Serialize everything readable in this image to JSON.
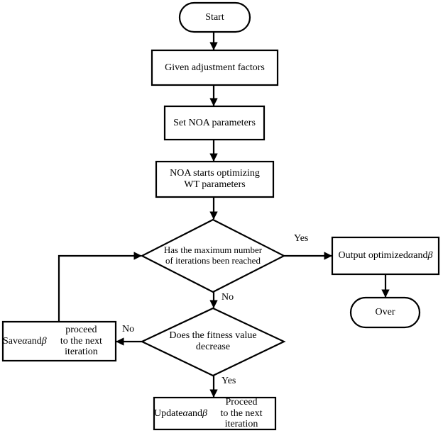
{
  "diagram": {
    "type": "flowchart",
    "title": "NOA-based WT parameter optimization flowchart",
    "background_color": "#ffffff",
    "line_color": "#000000",
    "text_color": "#000000",
    "nodes": [
      {
        "id": "start",
        "shape": "stadium",
        "label": "Start"
      },
      {
        "id": "given",
        "shape": "rectangle",
        "label": "Given adjustment factors"
      },
      {
        "id": "setnoa",
        "shape": "rectangle",
        "label": "Set NOA parameters"
      },
      {
        "id": "optimizing",
        "shape": "rectangle",
        "label": "NOA starts optimizing\nWT parameters"
      },
      {
        "id": "maxiter",
        "shape": "diamond",
        "label": "Has the maximum number\nof iterations been reached"
      },
      {
        "id": "output",
        "shape": "rectangle",
        "label": "Output optimized\nα and β"
      },
      {
        "id": "over",
        "shape": "stadium",
        "label": "Over"
      },
      {
        "id": "fitness",
        "shape": "diamond",
        "label": "Does the fitness value\ndecrease"
      },
      {
        "id": "save",
        "shape": "rectangle",
        "label": "Save α and β proceed\nto the next iteration"
      },
      {
        "id": "update",
        "shape": "rectangle",
        "label": "Update α and β Proceed\nto the next iteration"
      }
    ],
    "edge_labels": {
      "maxiter_yes": "Yes",
      "maxiter_no": "No",
      "fitness_no": "No",
      "fitness_yes": "Yes"
    }
  }
}
